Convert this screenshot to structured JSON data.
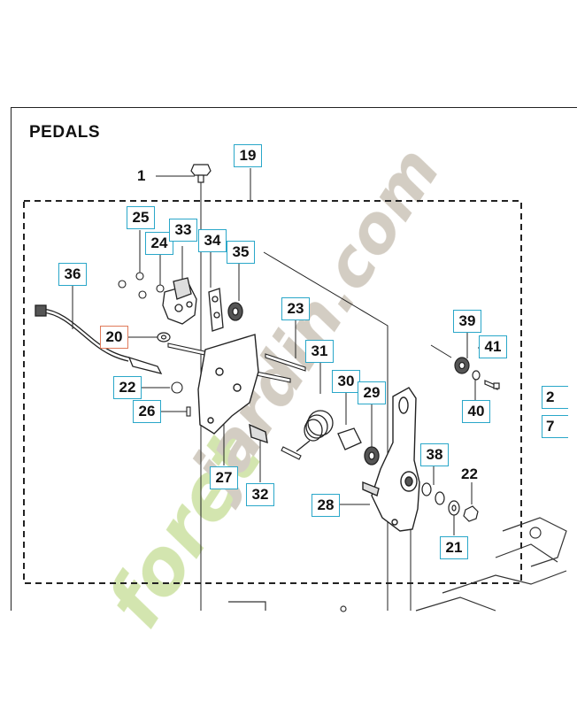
{
  "page": {
    "title": "PEDALS"
  },
  "colors": {
    "callout_border": "#2aa7c9",
    "callout_highlight": "#e07a5a",
    "line": "#222222",
    "watermark_green": "#cfe3a6",
    "watermark_grey": "#cfc8bd"
  },
  "callouts": [
    {
      "id": "c19",
      "label": "19",
      "boxed": true
    },
    {
      "id": "c25",
      "label": "25",
      "boxed": true
    },
    {
      "id": "c24",
      "label": "24",
      "boxed": true
    },
    {
      "id": "c33",
      "label": "33",
      "boxed": true
    },
    {
      "id": "c34",
      "label": "34",
      "boxed": true
    },
    {
      "id": "c35",
      "label": "35",
      "boxed": true
    },
    {
      "id": "c36",
      "label": "36",
      "boxed": true
    },
    {
      "id": "c20",
      "label": "20",
      "boxed": true,
      "highlight": true
    },
    {
      "id": "c23",
      "label": "23",
      "boxed": true
    },
    {
      "id": "c31",
      "label": "31",
      "boxed": true
    },
    {
      "id": "c30",
      "label": "30",
      "boxed": true
    },
    {
      "id": "c29",
      "label": "29",
      "boxed": true
    },
    {
      "id": "c22a",
      "label": "22",
      "boxed": true
    },
    {
      "id": "c26",
      "label": "26",
      "boxed": true
    },
    {
      "id": "c27",
      "label": "27",
      "boxed": true
    },
    {
      "id": "c32",
      "label": "32",
      "boxed": true
    },
    {
      "id": "c39",
      "label": "39",
      "boxed": true
    },
    {
      "id": "c41",
      "label": "41",
      "boxed": true
    },
    {
      "id": "c40",
      "label": "40",
      "boxed": true
    },
    {
      "id": "c38",
      "label": "38",
      "boxed": true
    },
    {
      "id": "c28",
      "label": "28",
      "boxed": true
    },
    {
      "id": "c21",
      "label": "21",
      "boxed": true
    },
    {
      "id": "c2",
      "label": "2",
      "boxed": true
    },
    {
      "id": "c7",
      "label": "7",
      "boxed": true
    }
  ],
  "plain_labels": [
    {
      "id": "p1",
      "label": "1"
    },
    {
      "id": "p22b",
      "label": "22"
    }
  ],
  "watermark": {
    "green_text": "foret",
    "grey_text": "jardin.com"
  }
}
